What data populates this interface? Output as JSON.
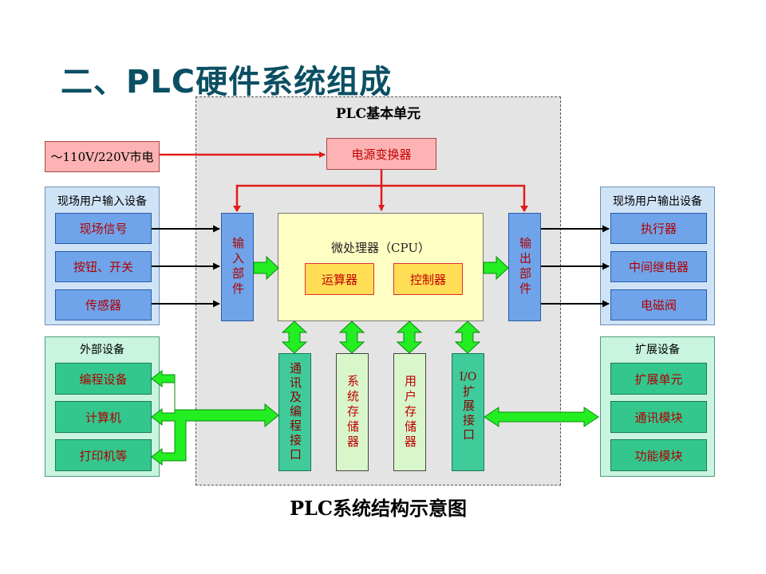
{
  "title": "二、PLC硬件系统组成",
  "plc_unit_label": "PLC基本单元",
  "power_source": "～110V/220V市电",
  "power_converter": "电源变换器",
  "input_group": {
    "label": "现场用户输入设备",
    "items": [
      "现场信号",
      "按钮、开关",
      "传感器"
    ]
  },
  "output_group": {
    "label": "现场用户输出设备",
    "items": [
      "执行器",
      "中间继电器",
      "电磁阀"
    ]
  },
  "input_unit": "输入部件",
  "output_unit": "输出部件",
  "cpu": {
    "label": "微处理器（CPU）",
    "alu": "运算器",
    "controller": "控制器"
  },
  "bottom_modules": [
    "通讯及编程接口",
    "系统存储器",
    "用户存储器"
  ],
  "io_expansion": {
    "top": "I/O",
    "rest": "扩展接口"
  },
  "external_group": {
    "label": "外部设备",
    "items": [
      "编程设备",
      "计算机",
      "打印机等"
    ]
  },
  "expansion_group": {
    "label": "扩展设备",
    "items": [
      "扩展单元",
      "通讯模块",
      "功能模块"
    ]
  },
  "caption": "PLC系统结构示意图",
  "colors": {
    "title": "#0b4f63",
    "red_line": "#e21a1a",
    "green_arrow": "#22ee22",
    "cpu_fill": "#ffffc4"
  }
}
